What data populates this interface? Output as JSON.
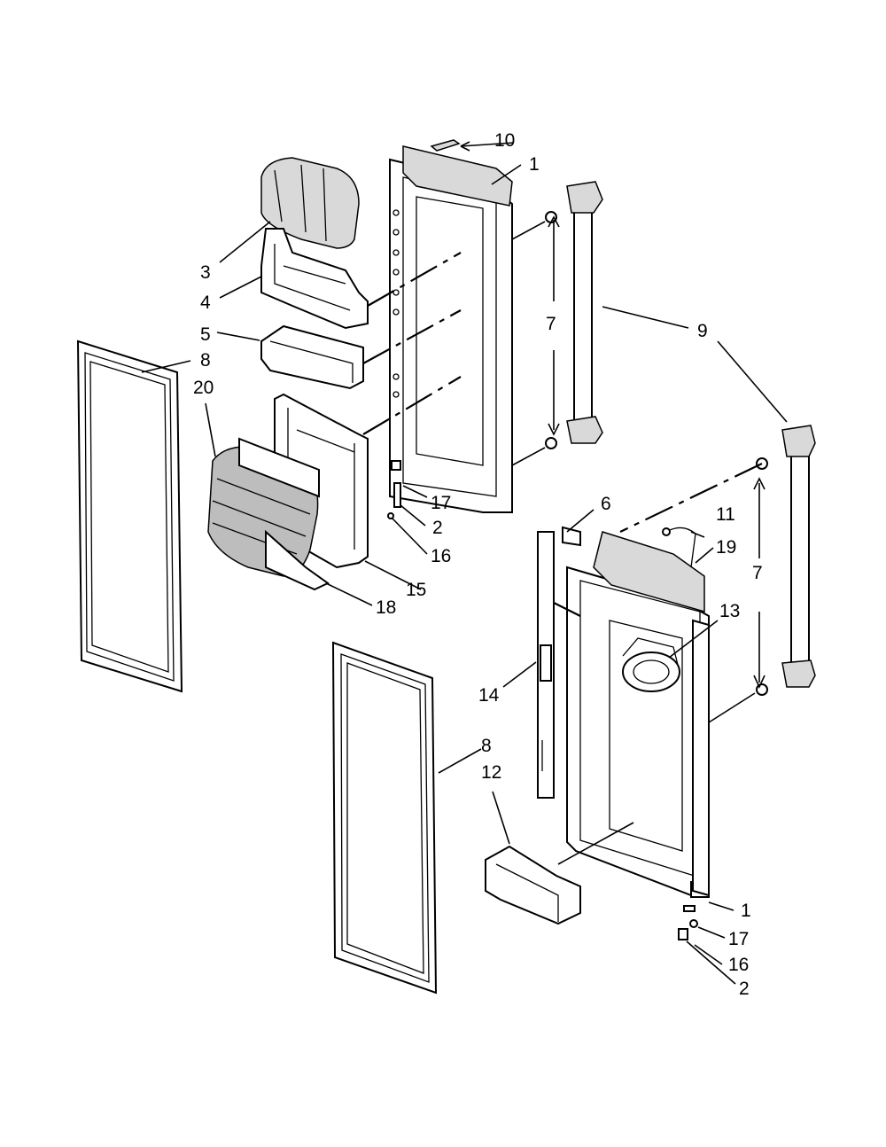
{
  "callouts": [
    {
      "id": "c10",
      "text": "10"
    },
    {
      "id": "c1a",
      "text": "1"
    },
    {
      "id": "c3",
      "text": "3"
    },
    {
      "id": "c4",
      "text": "4"
    },
    {
      "id": "c7a",
      "text": "7"
    },
    {
      "id": "c9",
      "text": "9"
    },
    {
      "id": "c5",
      "text": "5"
    },
    {
      "id": "c8a",
      "text": "8"
    },
    {
      "id": "c20",
      "text": "20"
    },
    {
      "id": "c17a",
      "text": "17"
    },
    {
      "id": "c2a",
      "text": "2"
    },
    {
      "id": "c16a",
      "text": "16"
    },
    {
      "id": "c15",
      "text": "15"
    },
    {
      "id": "c18",
      "text": "18"
    },
    {
      "id": "c6",
      "text": "6"
    },
    {
      "id": "c11",
      "text": "11"
    },
    {
      "id": "c19",
      "text": "19"
    },
    {
      "id": "c7b",
      "text": "7"
    },
    {
      "id": "c13",
      "text": "13"
    },
    {
      "id": "c14",
      "text": "14"
    },
    {
      "id": "c8b",
      "text": "8"
    },
    {
      "id": "c12",
      "text": "12"
    },
    {
      "id": "c1b",
      "text": "1"
    },
    {
      "id": "c17b",
      "text": "17"
    },
    {
      "id": "c16b",
      "text": "16"
    },
    {
      "id": "c2b",
      "text": "2"
    }
  ],
  "parts": {
    "left_door": "door-panel",
    "right_door": "door-panel",
    "gaskets": "door-gasket",
    "handles": "door-handle",
    "bins": "door-bin"
  }
}
